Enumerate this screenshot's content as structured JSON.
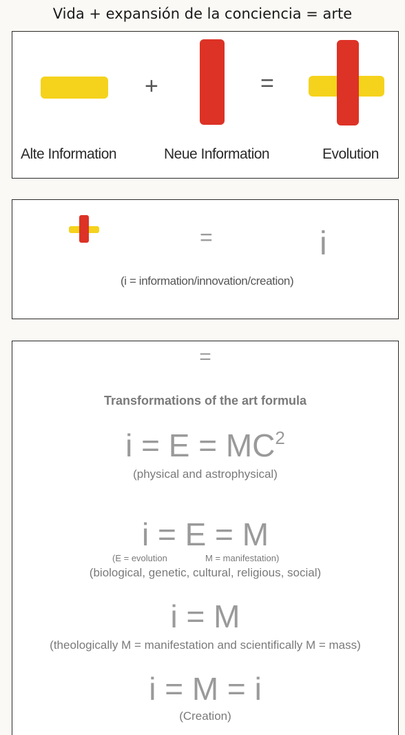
{
  "title": "Vida + expansión de la conciencia = arte",
  "panel1": {
    "plus": "+",
    "equals": "=",
    "labels": [
      "Alte Information",
      "Neue Information",
      "Evolution"
    ],
    "colors": {
      "yellow": "#f5d21c",
      "red": "#dc3326"
    }
  },
  "panel2": {
    "equals": "=",
    "symbol": "i",
    "caption": "(i = information/innovation/creation)"
  },
  "panel3": {
    "equals": "=",
    "heading": "Transformations of the art formula",
    "formula1": {
      "lhs": "i = E = MC",
      "sup": "2",
      "note": "(physical and astrophysical)"
    },
    "formula2": {
      "text": "i = E = M",
      "key_e": "(E = evolution",
      "key_m": "M = manifestation)",
      "note": "(biological, genetic, cultural, religious, social)"
    },
    "formula3": {
      "text": "i = M",
      "note": "(theologically M = manifestation and scientifically M = mass)"
    },
    "formula4": {
      "text": "i = M = i",
      "note": "(Creation)"
    }
  }
}
